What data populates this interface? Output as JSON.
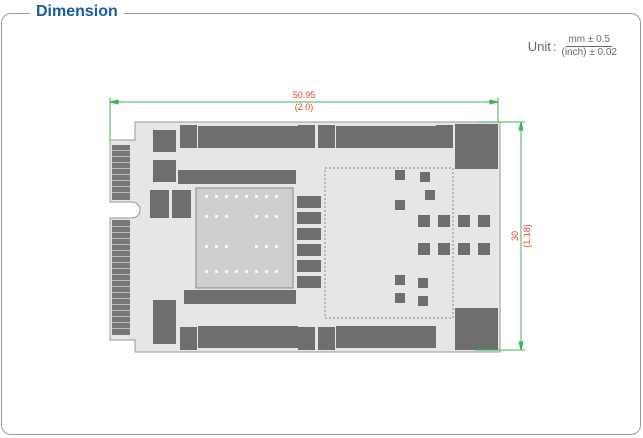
{
  "section_title": "Dimension",
  "unit": {
    "label": "Unit",
    "numerator": "mm ± 0.5",
    "denominator": "(inch) ± 0.02"
  },
  "dimensions": {
    "width_mm": "50.95",
    "width_in": "(2.0)",
    "height_mm": "30",
    "height_in": "(1.18)"
  },
  "colors": {
    "title": "#1a5aa8",
    "dimension_text": "#e8452a",
    "dimension_line": "#3cb55a",
    "pcb": "#6e6e6e"
  }
}
